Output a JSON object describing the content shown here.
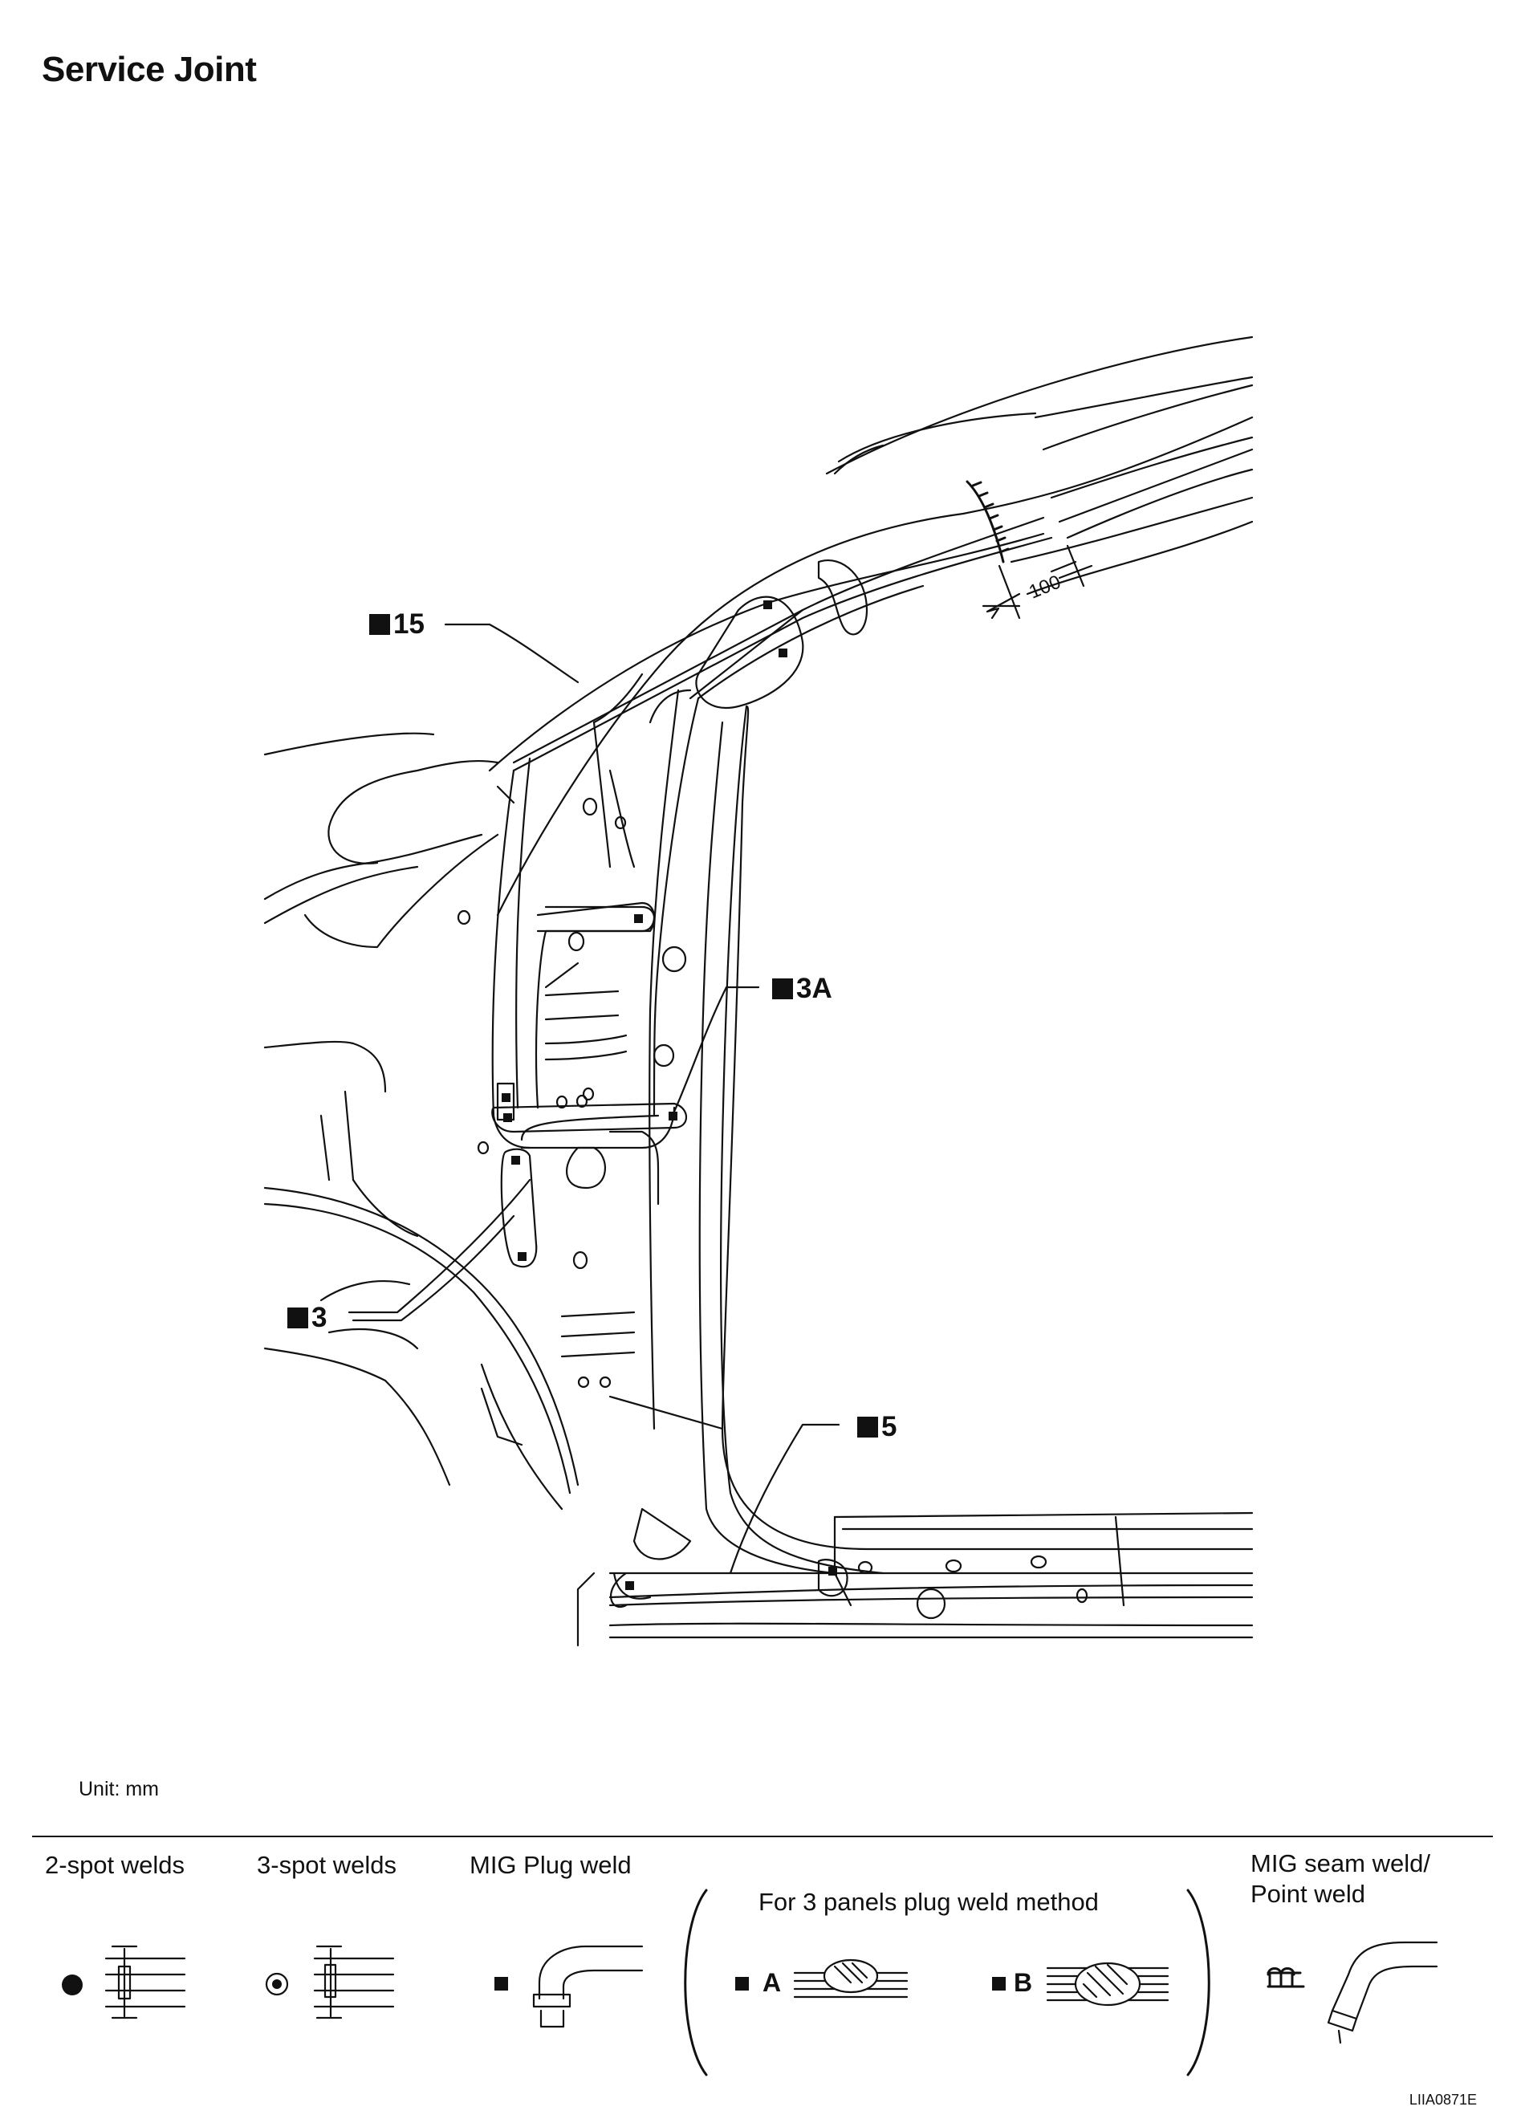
{
  "page": {
    "title": "Service Joint",
    "unit": "Unit: mm",
    "figure_code": "LIIA0871E"
  },
  "callouts": {
    "c15": "15",
    "c3a": "3A",
    "c3": "3",
    "c5": "5",
    "dimension": "100"
  },
  "legend": {
    "two_spot": "2-spot welds",
    "three_spot": "3-spot welds",
    "mig_plug": "MIG Plug weld",
    "three_panel_method": "For 3 panels plug weld method",
    "method_a": "A",
    "method_b": "B",
    "mig_seam_line1": "MIG seam weld/",
    "mig_seam_line2": "Point weld"
  },
  "colors": {
    "ink": "#111111",
    "paper": "#ffffff"
  }
}
